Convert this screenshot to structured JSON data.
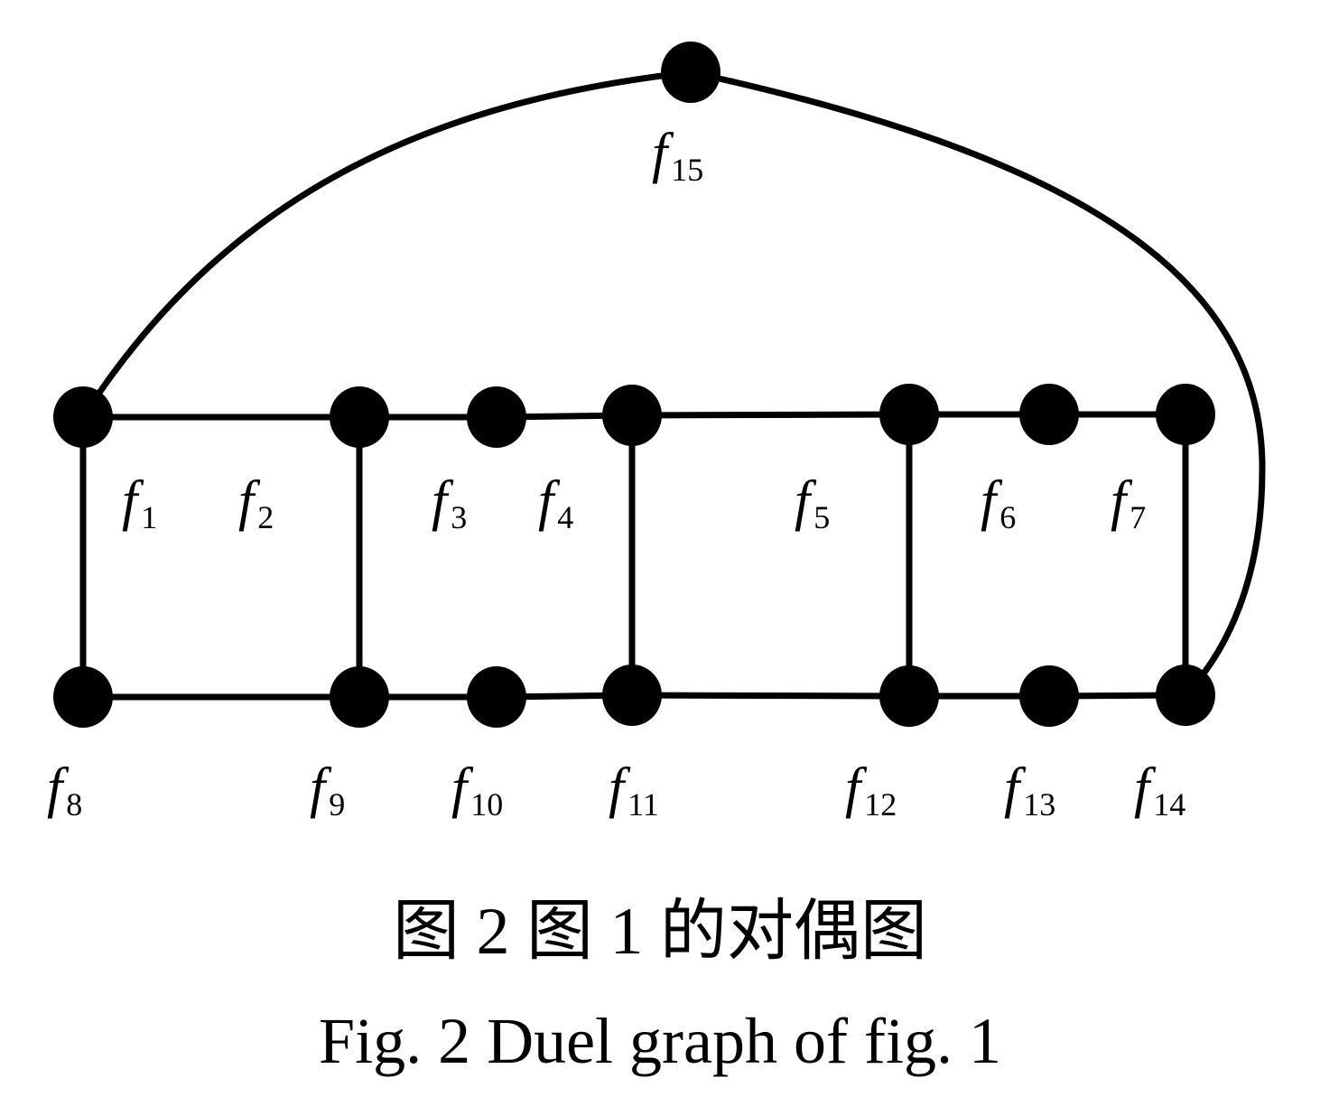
{
  "diagram": {
    "nodes": [
      {
        "id": "f15",
        "name": "f",
        "sub": "15"
      },
      {
        "id": "f8",
        "name": "f",
        "sub": "8"
      },
      {
        "id": "f9",
        "name": "f",
        "sub": "9"
      },
      {
        "id": "f10",
        "name": "f",
        "sub": "10"
      },
      {
        "id": "f11",
        "name": "f",
        "sub": "11"
      },
      {
        "id": "f12",
        "name": "f",
        "sub": "12"
      },
      {
        "id": "f13",
        "name": "f",
        "sub": "13"
      },
      {
        "id": "f14",
        "name": "f",
        "sub": "14"
      },
      {
        "id": "t1",
        "name": "",
        "sub": ""
      },
      {
        "id": "t2",
        "name": "",
        "sub": ""
      },
      {
        "id": "t3",
        "name": "",
        "sub": ""
      },
      {
        "id": "t4",
        "name": "",
        "sub": ""
      },
      {
        "id": "t5",
        "name": "",
        "sub": ""
      },
      {
        "id": "t6",
        "name": "",
        "sub": ""
      },
      {
        "id": "t7",
        "name": "",
        "sub": ""
      }
    ],
    "face_labels": [
      {
        "name": "f",
        "sub": "1"
      },
      {
        "name": "f",
        "sub": "2"
      },
      {
        "name": "f",
        "sub": "3"
      },
      {
        "name": "f",
        "sub": "4"
      },
      {
        "name": "f",
        "sub": "5"
      },
      {
        "name": "f",
        "sub": "6"
      },
      {
        "name": "f",
        "sub": "7"
      }
    ],
    "edges": [
      [
        "t1",
        "t2"
      ],
      [
        "t2",
        "t3"
      ],
      [
        "t3",
        "t4"
      ],
      [
        "t4",
        "t5"
      ],
      [
        "t5",
        "t6"
      ],
      [
        "t6",
        "t7"
      ],
      [
        "f8",
        "f9"
      ],
      [
        "f9",
        "f10"
      ],
      [
        "f10",
        "f11"
      ],
      [
        "f11",
        "f12"
      ],
      [
        "f12",
        "f13"
      ],
      [
        "f13",
        "f14"
      ],
      [
        "t1",
        "f8"
      ],
      [
        "t2",
        "f9"
      ],
      [
        "t4",
        "f11"
      ],
      [
        "t5",
        "f12"
      ],
      [
        "t7",
        "f14"
      ],
      [
        "t1",
        "f15"
      ],
      [
        "f15",
        "f14"
      ]
    ]
  },
  "caption": {
    "zh": "图 2   图 1 的对偶图",
    "en": "Fig. 2  Duel graph of fig. 1"
  }
}
